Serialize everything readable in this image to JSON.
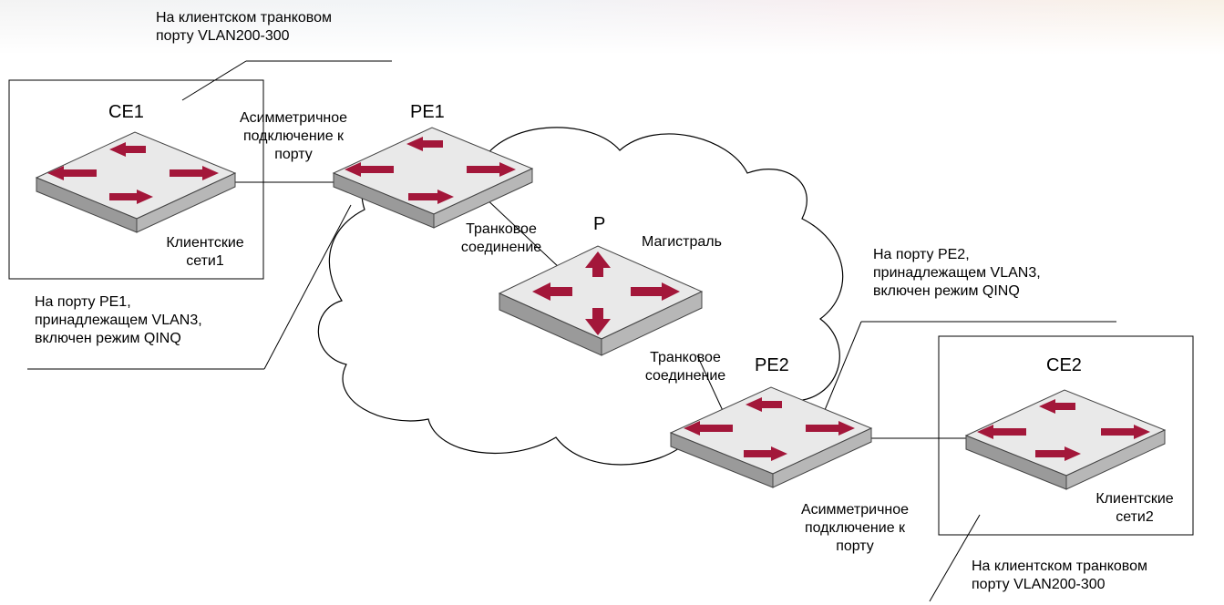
{
  "nodes": {
    "ce1": "CE1",
    "pe1": "PE1",
    "p": "P",
    "pe2": "PE2",
    "ce2": "CE2"
  },
  "labels": {
    "top_note": [
      "На клиентском транковом",
      "порту  VLAN200-300"
    ],
    "asym_link_1": [
      "Асимметричное",
      "подключение к",
      "порту"
    ],
    "trunk_1": [
      "Транковое",
      "соединение"
    ],
    "backbone": "Магистраль",
    "client_net_1": [
      "Клиентские",
      "сети1"
    ],
    "pe1_note": [
      "На порту PE1,",
      "принадлежащем VLAN3,",
      "включен режим QINQ"
    ],
    "pe2_note": [
      "На порту PE2,",
      "принадлежащем VLAN3,",
      "включен режим QINQ"
    ],
    "trunk_2": [
      "Транковое",
      "соединение"
    ],
    "client_net_2": [
      "Клиентские",
      "сети2"
    ],
    "asym_link_2": [
      "Асимметричное",
      "подключение к",
      "порту"
    ],
    "bottom_note": [
      "На клиентском транковом",
      "порту  VLAN200-300"
    ]
  },
  "colors": {
    "arrow": "#a3173a",
    "switch_top": "#e9e9e9",
    "switch_side": "#9a9a9a",
    "line": "#000000"
  }
}
